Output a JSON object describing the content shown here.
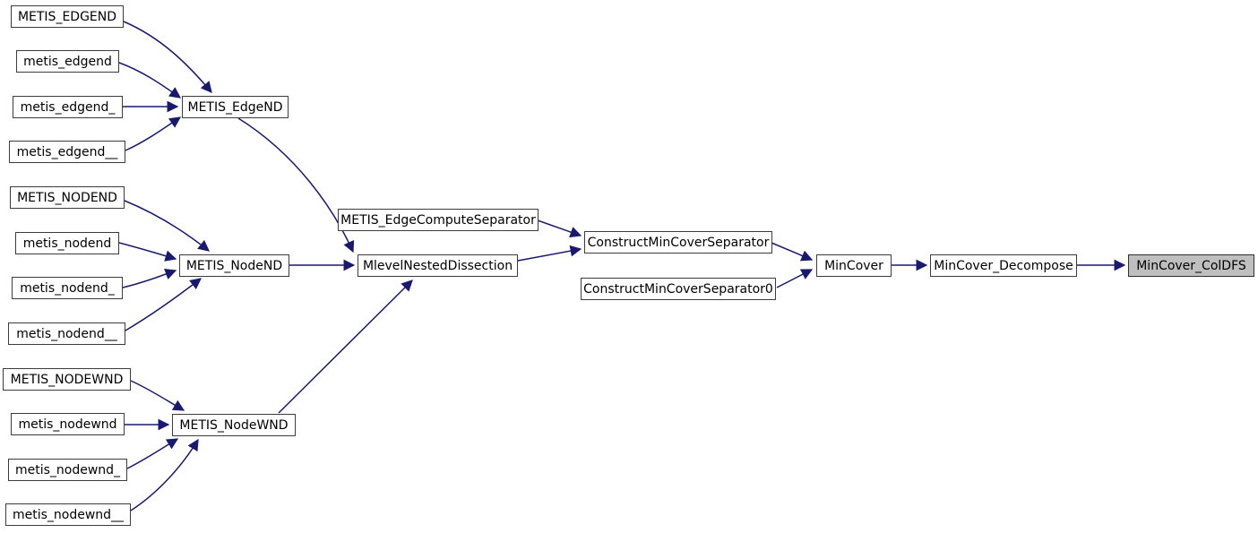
{
  "diagram": {
    "type": "call-graph",
    "colors": {
      "background": "#ffffff",
      "edge": "#191970",
      "node_border": "#3c3c3c",
      "node_fill": "#ffffff",
      "highlight_fill": "#bfbfbf",
      "text": "#000000"
    },
    "highlighted_node": "MinCover_ColDFS",
    "nodes": {
      "METIS_EDGEND": {
        "label": "METIS_EDGEND"
      },
      "metis_edgend": {
        "label": "metis_edgend"
      },
      "metis_edgend_": {
        "label": "metis_edgend_"
      },
      "metis_edgend__": {
        "label": "metis_edgend__"
      },
      "METIS_EdgeND": {
        "label": "METIS_EdgeND"
      },
      "METIS_NODEND": {
        "label": "METIS_NODEND"
      },
      "metis_nodend": {
        "label": "metis_nodend"
      },
      "metis_nodend_": {
        "label": "metis_nodend_"
      },
      "metis_nodend__": {
        "label": "metis_nodend__"
      },
      "METIS_NodeND": {
        "label": "METIS_NodeND"
      },
      "METIS_NODEWND": {
        "label": "METIS_NODEWND"
      },
      "metis_nodewnd": {
        "label": "metis_nodewnd"
      },
      "metis_nodewnd_": {
        "label": "metis_nodewnd_"
      },
      "metis_nodewnd__": {
        "label": "metis_nodewnd__"
      },
      "METIS_NodeWND": {
        "label": "METIS_NodeWND"
      },
      "METIS_EdgeComputeSeparator": {
        "label": "METIS_EdgeComputeSeparator"
      },
      "MlevelNestedDissection": {
        "label": "MlevelNestedDissection"
      },
      "ConstructMinCoverSeparator": {
        "label": "ConstructMinCoverSeparator"
      },
      "ConstructMinCoverSeparator0": {
        "label": "ConstructMinCoverSeparator0"
      },
      "MinCover": {
        "label": "MinCover"
      },
      "MinCover_Decompose": {
        "label": "MinCover_Decompose"
      },
      "MinCover_ColDFS": {
        "label": "MinCover_ColDFS"
      }
    },
    "edges": [
      {
        "from": "METIS_EDGEND",
        "to": "METIS_EdgeND"
      },
      {
        "from": "metis_edgend",
        "to": "METIS_EdgeND"
      },
      {
        "from": "metis_edgend_",
        "to": "METIS_EdgeND"
      },
      {
        "from": "metis_edgend__",
        "to": "METIS_EdgeND"
      },
      {
        "from": "METIS_EdgeND",
        "to": "MlevelNestedDissection"
      },
      {
        "from": "METIS_NODEND",
        "to": "METIS_NodeND"
      },
      {
        "from": "metis_nodend",
        "to": "METIS_NodeND"
      },
      {
        "from": "metis_nodend_",
        "to": "METIS_NodeND"
      },
      {
        "from": "metis_nodend__",
        "to": "METIS_NodeND"
      },
      {
        "from": "METIS_NodeND",
        "to": "MlevelNestedDissection"
      },
      {
        "from": "METIS_NODEWND",
        "to": "METIS_NodeWND"
      },
      {
        "from": "metis_nodewnd",
        "to": "METIS_NodeWND"
      },
      {
        "from": "metis_nodewnd_",
        "to": "METIS_NodeWND"
      },
      {
        "from": "metis_nodewnd__",
        "to": "METIS_NodeWND"
      },
      {
        "from": "METIS_NodeWND",
        "to": "MlevelNestedDissection"
      },
      {
        "from": "METIS_EdgeComputeSeparator",
        "to": "ConstructMinCoverSeparator"
      },
      {
        "from": "MlevelNestedDissection",
        "to": "ConstructMinCoverSeparator"
      },
      {
        "from": "ConstructMinCoverSeparator",
        "to": "MinCover"
      },
      {
        "from": "ConstructMinCoverSeparator0",
        "to": "MinCover"
      },
      {
        "from": "MinCover",
        "to": "MinCover_Decompose"
      },
      {
        "from": "MinCover_Decompose",
        "to": "MinCover_ColDFS"
      }
    ]
  }
}
